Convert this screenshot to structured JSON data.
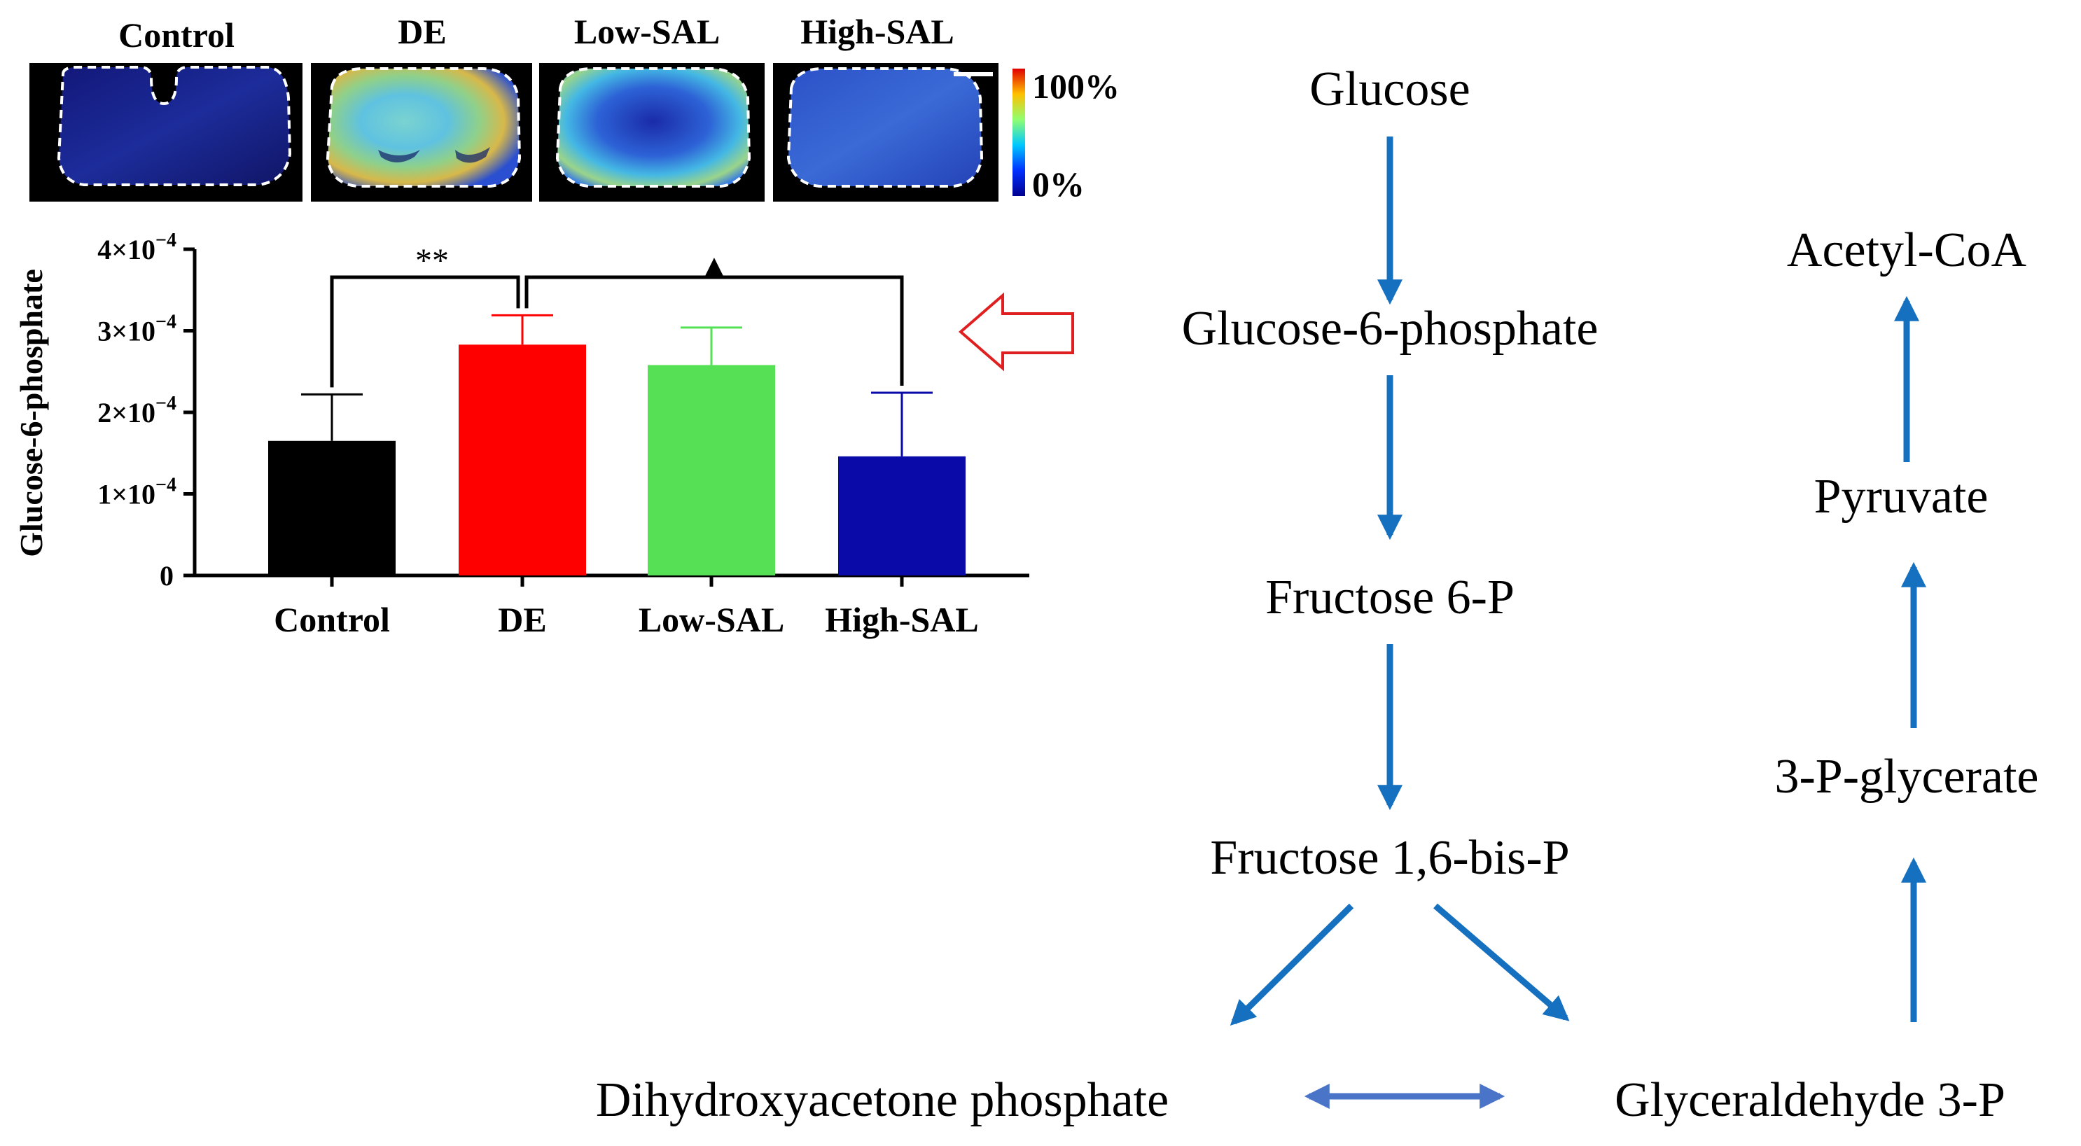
{
  "heatmaps": {
    "labels": [
      "Control",
      "DE",
      "Low-SAL",
      "High-SAL"
    ],
    "colorbar_max": "100%",
    "colorbar_min": "0%"
  },
  "chart_data": {
    "type": "bar",
    "ylabel": "Glucose-6-phosphate",
    "categories": [
      "Control",
      "DE",
      "Low-SAL",
      "High-SAL"
    ],
    "values": [
      0.000165,
      0.000283,
      0.000258,
      0.000146
    ],
    "errors": [
      5.7e-05,
      3.6e-05,
      4.6e-05,
      7.8e-05
    ],
    "ylim": [
      0,
      0.0004
    ],
    "yticks": [
      {
        "value": 0,
        "base": "0",
        "exp": ""
      },
      {
        "value": 0.0001,
        "base": "1×10",
        "exp": "−4"
      },
      {
        "value": 0.0002,
        "base": "2×10",
        "exp": "−4"
      },
      {
        "value": 0.0003,
        "base": "3×10",
        "exp": "−4"
      },
      {
        "value": 0.0004,
        "base": "4×10",
        "exp": "−4"
      }
    ],
    "bar_colors": [
      "#000000",
      "#ff0000",
      "#55e055",
      "#0a0aa8"
    ],
    "error_colors": [
      "#000000",
      "#ff0000",
      "#55e055",
      "#0a0aa8"
    ],
    "significance": [
      {
        "from": "Control",
        "to": "DE",
        "label": "**"
      },
      {
        "from": "DE",
        "to": "High-SAL",
        "label": "▲"
      }
    ]
  },
  "pathway": {
    "nodes": {
      "glucose": "Glucose",
      "g6p": "Glucose-6-phosphate",
      "f6p": "Fructose 6-P",
      "f16bp": "Fructose 1,6-bis-P",
      "dhap": "Dihydroxyacetone phosphate",
      "g3p": "Glyceraldehyde 3-P",
      "pg3": "3-P-glycerate",
      "pyruvate": "Pyruvate",
      "acetylcoa": "Acetyl-CoA"
    },
    "arrow_color": "#1570c0",
    "double_arrow_color": "#4a74c8",
    "highlight_arrow_color": "#e02020"
  }
}
